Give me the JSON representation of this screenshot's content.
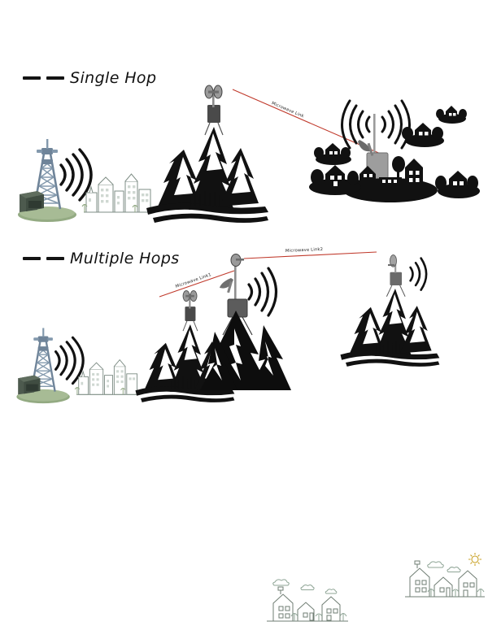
{
  "diagram": {
    "title_alt": "Microwave link topology: single hop versus multiple hops",
    "background": "#ffffff",
    "link_color": "#c0392b",
    "ink_color": "#141414",
    "tower_color": "#7f93a8",
    "ground_color": "#8ba37c",
    "village_line_color": "#6f7d73"
  },
  "sections": [
    {
      "id": "single-hop",
      "legend": {
        "label": "Single Hop",
        "dash_count": 2
      },
      "links": [
        {
          "id": "link-a",
          "label": "Microwave Link"
        }
      ],
      "nodes": [
        {
          "id": "city-tower",
          "kind": "cell-tower-city",
          "role": "source"
        },
        {
          "id": "mountain-relay",
          "kind": "mountain-outline-antenna",
          "role": "repeater"
        },
        {
          "id": "village-receiver",
          "kind": "village-receiver-tower",
          "role": "destination"
        }
      ]
    },
    {
      "id": "multiple-hops",
      "legend": {
        "label": "Multiple Hops",
        "dash_count": 2
      },
      "links": [
        {
          "id": "link-1",
          "label": "Microwave Link1"
        },
        {
          "id": "link-2",
          "label": "Microwave Link2"
        }
      ],
      "nodes": [
        {
          "id": "city-tower-2",
          "kind": "cell-tower-city",
          "role": "source"
        },
        {
          "id": "mountain-hop-1",
          "kind": "mountain-outline-antenna",
          "role": "repeater"
        },
        {
          "id": "mountain-relay-black",
          "kind": "mountain-solid-dual-antenna",
          "role": "repeater"
        },
        {
          "id": "mountain-hop-2",
          "kind": "mountain-outline-antenna",
          "role": "destination"
        },
        {
          "id": "village-right",
          "kind": "village-lineart",
          "role": "coverage"
        }
      ]
    }
  ]
}
